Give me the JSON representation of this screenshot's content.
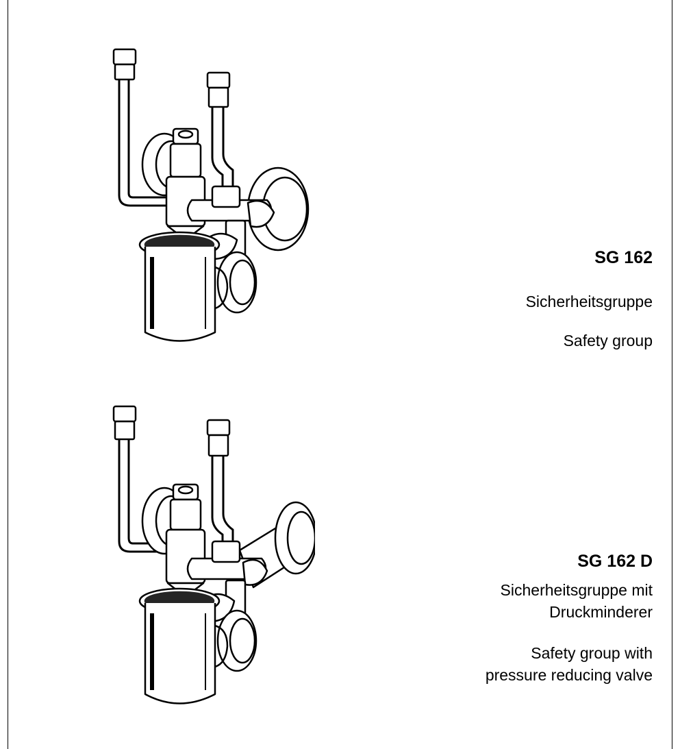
{
  "products": [
    {
      "model": "SG 162",
      "name_de": "Sicherheitsgruppe",
      "name_en": "Safety group",
      "illustration": "safety-group-valve-illustration"
    },
    {
      "model": "SG 162 D",
      "name_de_line1": "Sicherheitsgruppe mit",
      "name_de_line2": "Druckminderer",
      "name_en_line1": "Safety group with",
      "name_en_line2": "pressure reducing valve",
      "illustration": "safety-group-with-pressure-reducer-illustration"
    }
  ]
}
